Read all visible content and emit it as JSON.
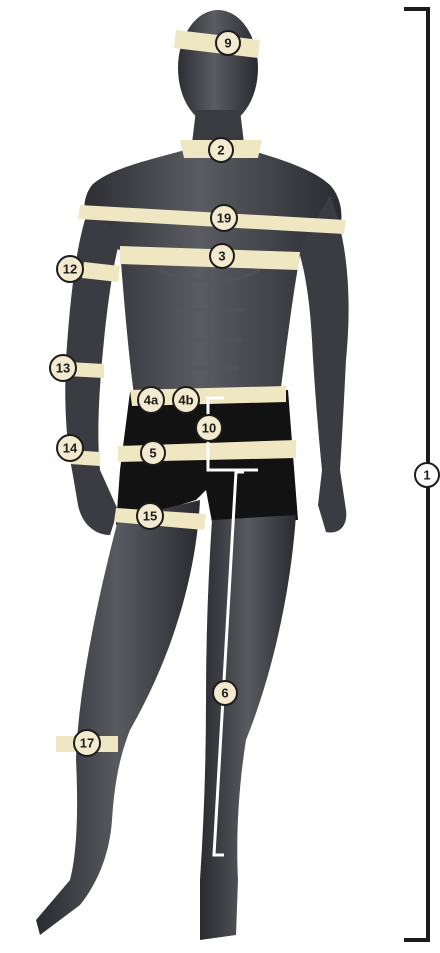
{
  "figure": {
    "subject": "mannequin-body-measurement-guide",
    "colors": {
      "background": "#ffffff",
      "mannequin": "#3e3f44",
      "mannequin_highlight": "#6a6c72",
      "underwear": "#111111",
      "tape": "#efe6c2",
      "marker_fill": "#f3ead0",
      "marker_stroke": "#1c1c1c",
      "line": "#ffffff",
      "bracket": "#1c1c1c"
    }
  },
  "markers": {
    "m1": "1",
    "m2": "2",
    "m3": "3",
    "m4a": "4a",
    "m4b": "4b",
    "m5": "5",
    "m6": "6",
    "m9": "9",
    "m10": "10",
    "m12": "12",
    "m13": "13",
    "m14": "14",
    "m15": "15",
    "m17": "17",
    "m19": "19"
  }
}
